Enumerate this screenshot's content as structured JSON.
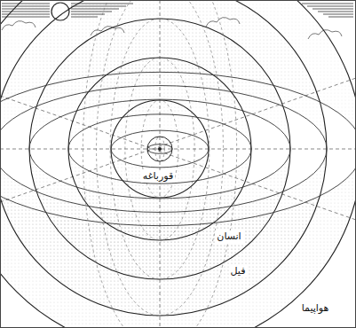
{
  "diagram": {
    "labels": [
      "قورباغه",
      "انسان",
      "فیل",
      "هواپیما"
    ]
  }
}
